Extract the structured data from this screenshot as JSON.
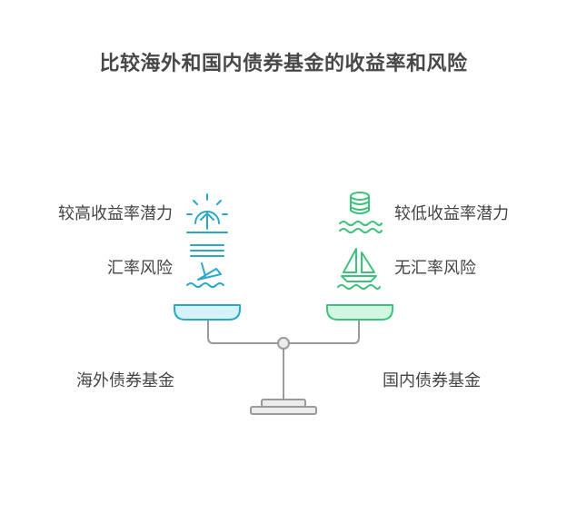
{
  "title": "比较海外和国内债券基金的收益率和风险",
  "left": {
    "benefit": "较高收益率潜力",
    "risk": "汇率风险",
    "fund": "海外债券基金",
    "color": "#2aa7c9",
    "pan_fill": "#d6f3fb"
  },
  "right": {
    "benefit": "较低收益率潜力",
    "risk": "无汇率风险",
    "fund": "国内债券基金",
    "color": "#3cc27a",
    "pan_fill": "#d4f7e4"
  },
  "scale": {
    "stroke": "#9a9a9a",
    "base_fill": "#ececec"
  }
}
